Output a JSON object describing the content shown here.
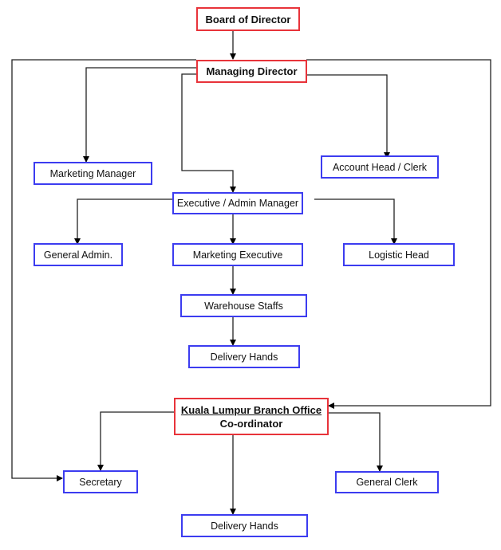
{
  "diagram": {
    "type": "organization-chart",
    "colors": {
      "senior_border": "#e8333a",
      "staff_border": "#3c3cf0",
      "connector": "#000000"
    },
    "nodes": {
      "board": {
        "label": "Board of Director"
      },
      "managing_director": {
        "label": "Managing Director"
      },
      "marketing_manager": {
        "label": "Marketing Manager"
      },
      "account_head": {
        "label": "Account Head / Clerk"
      },
      "exec_admin_manager": {
        "label": "Executive / Admin Manager"
      },
      "general_admin": {
        "label": "General Admin."
      },
      "marketing_executive": {
        "label": "Marketing Executive"
      },
      "logistic_head": {
        "label": "Logistic Head"
      },
      "warehouse_staffs": {
        "label": "Warehouse Staffs"
      },
      "delivery_hands_hq": {
        "label": "Delivery Hands"
      },
      "kl_branch": {
        "label_line1": "Kuala Lumpur Branch Office",
        "label_line2": "Co-ordinator"
      },
      "secretary": {
        "label": "Secretary"
      },
      "general_clerk": {
        "label": "General Clerk"
      },
      "delivery_hands_branch": {
        "label": "Delivery Hands"
      }
    },
    "edges": [
      [
        "board",
        "managing_director"
      ],
      [
        "managing_director",
        "marketing_manager"
      ],
      [
        "managing_director",
        "account_head"
      ],
      [
        "managing_director",
        "exec_admin_manager"
      ],
      [
        "managing_director",
        "kl_branch"
      ],
      [
        "managing_director",
        "secretary"
      ],
      [
        "exec_admin_manager",
        "general_admin"
      ],
      [
        "exec_admin_manager",
        "marketing_executive"
      ],
      [
        "exec_admin_manager",
        "logistic_head"
      ],
      [
        "marketing_executive",
        "warehouse_staffs"
      ],
      [
        "warehouse_staffs",
        "delivery_hands_hq"
      ],
      [
        "kl_branch",
        "secretary"
      ],
      [
        "kl_branch",
        "general_clerk"
      ],
      [
        "kl_branch",
        "delivery_hands_branch"
      ]
    ]
  }
}
